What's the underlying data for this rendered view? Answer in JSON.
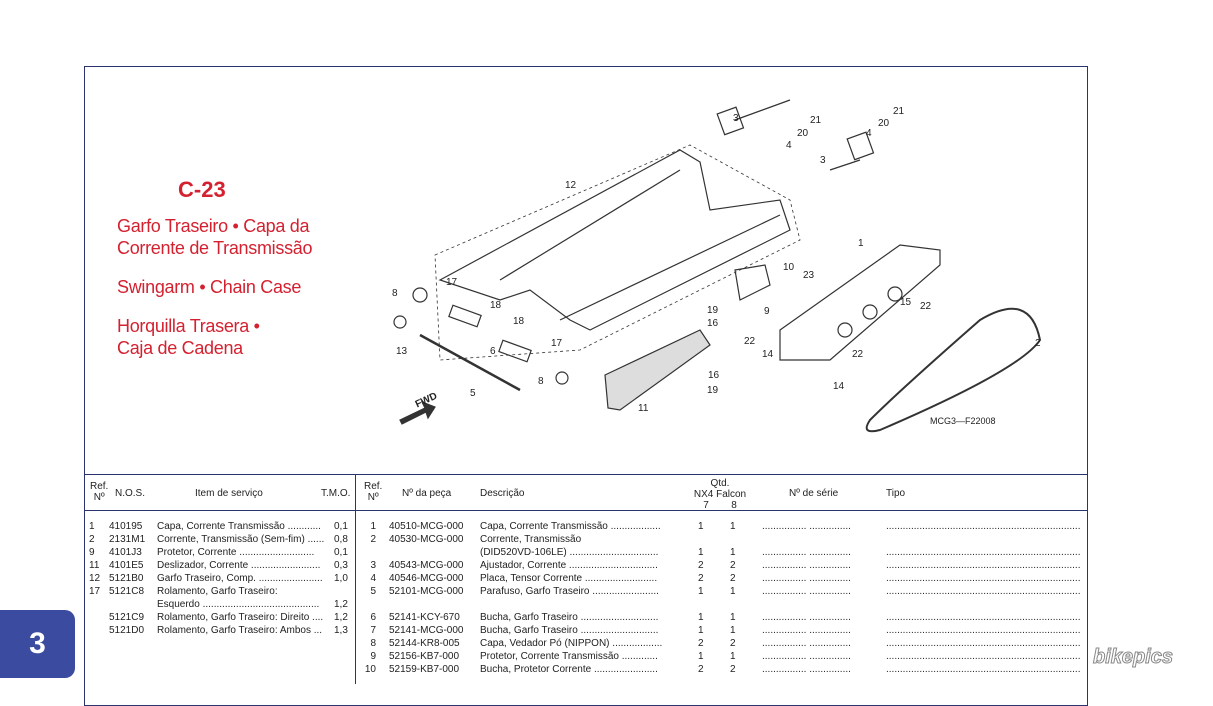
{
  "page": {
    "section_code": "C-23",
    "title_pt": [
      "Garfo Traseiro • Capa da",
      "Corrente de Transmissão"
    ],
    "title_en": "Swingarm • Chain Case",
    "title_es": [
      "Horquilla Trasera •",
      "Caja de Cadena"
    ],
    "page_number": "3",
    "watermark": "bikepics",
    "figure_code": "MCG3—F22008",
    "fwd_label": "FWD"
  },
  "callouts": [
    "1",
    "2",
    "3",
    "3",
    "4",
    "4",
    "5",
    "6",
    "8",
    "8",
    "9",
    "10",
    "11",
    "12",
    "13",
    "14",
    "14",
    "15",
    "16",
    "16",
    "17",
    "17",
    "18",
    "18",
    "19",
    "19",
    "20",
    "20",
    "21",
    "21",
    "22",
    "22",
    "22",
    "23"
  ],
  "left_table": {
    "headers": {
      "ref": "Ref.",
      "ref2": "Nº",
      "nos": "N.O.S.",
      "item": "Item de serviço",
      "tmo": "T.M.O."
    },
    "rows": [
      {
        "ref": "1",
        "nos": "410195",
        "item": "Capa, Corrente Transmissão ............",
        "tmo": "0,1"
      },
      {
        "ref": "2",
        "nos": "2131M1",
        "item": "Corrente, Transmissão (Sem-fim) ......",
        "tmo": "0,8"
      },
      {
        "ref": "9",
        "nos": "4101J3",
        "item": "Protetor, Corrente ...........................",
        "tmo": "0,1"
      },
      {
        "ref": "11",
        "nos": "4101E5",
        "item": "Deslizador, Corrente .........................",
        "tmo": "0,3"
      },
      {
        "ref": "12",
        "nos": "5121B0",
        "item": "Garfo Traseiro, Comp. .......................",
        "tmo": "1,0"
      },
      {
        "ref": "17",
        "nos": "5121C8",
        "item": "Rolamento, Garfo Traseiro:",
        "tmo": ""
      },
      {
        "ref": "",
        "nos": "",
        "item": "Esquerdo ..........................................",
        "tmo": "1,2"
      },
      {
        "ref": "",
        "nos": "5121C9",
        "item": "Rolamento, Garfo Traseiro: Direito ....",
        "tmo": "1,2"
      },
      {
        "ref": "",
        "nos": "5121D0",
        "item": "Rolamento, Garfo Traseiro: Ambos ...",
        "tmo": "1,3"
      }
    ]
  },
  "right_table": {
    "headers": {
      "ref": "Ref.",
      "ref2": "Nº",
      "part": "Nº da peça",
      "desc": "Descrição",
      "qtd": "Qtd.",
      "models": "NX4 Falcon",
      "col7": "7",
      "col8": "8",
      "serial": "Nº de série",
      "tipo": "Tipo"
    },
    "serial_dots": "................   ...............",
    "tipo_dots": "...............................................................................",
    "rows": [
      {
        "ref": "1",
        "part": "40510-MCG-000",
        "desc": "Capa, Corrente Transmissão ..................",
        "q7": "1",
        "q8": "1"
      },
      {
        "ref": "2",
        "part": "40530-MCG-000",
        "desc": "Corrente, Transmissão",
        "q7": "",
        "q8": ""
      },
      {
        "ref": "",
        "part": "",
        "desc": "(DID520VD-106LE) ................................",
        "q7": "1",
        "q8": "1"
      },
      {
        "ref": "3",
        "part": "40543-MCG-000",
        "desc": "Ajustador, Corrente ................................",
        "q7": "2",
        "q8": "2"
      },
      {
        "ref": "4",
        "part": "40546-MCG-000",
        "desc": "Placa, Tensor Corrente ..........................",
        "q7": "2",
        "q8": "2"
      },
      {
        "ref": "5",
        "part": "52101-MCG-000",
        "desc": "Parafuso, Garfo Traseiro ........................",
        "q7": "1",
        "q8": "1"
      },
      {
        "ref": "6",
        "part": "52141-KCY-670",
        "desc": "Bucha, Garfo Traseiro ............................",
        "q7": "1",
        "q8": "1"
      },
      {
        "ref": "7",
        "part": "52141-MCG-000",
        "desc": "Bucha, Garfo Traseiro ............................",
        "q7": "1",
        "q8": "1"
      },
      {
        "ref": "8",
        "part": "52144-KR8-005",
        "desc": "Capa, Vedador Pó (NIPPON) ..................",
        "q7": "2",
        "q8": "2"
      },
      {
        "ref": "9",
        "part": "52156-KB7-000",
        "desc": "Protetor, Corrente Transmissão .............",
        "q7": "1",
        "q8": "1"
      },
      {
        "ref": "10",
        "part": "52159-KB7-000",
        "desc": "Bucha, Protetor Corrente .......................",
        "q7": "2",
        "q8": "2"
      }
    ]
  }
}
